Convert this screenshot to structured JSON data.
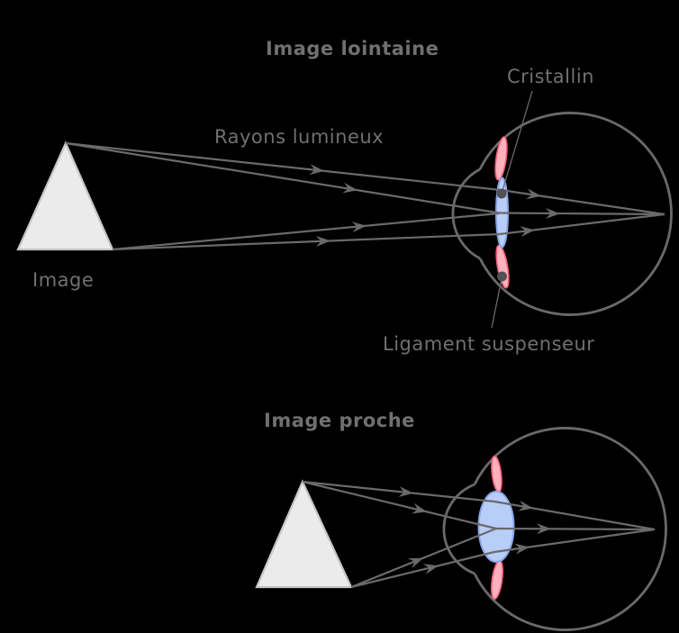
{
  "colors": {
    "background": "#000000",
    "line": "#6a6a6a",
    "text": "#707070",
    "triangle-fill": "#ebebeb",
    "triangle-stroke": "#c6c6c6",
    "lens-fill": "#b9cdf9",
    "lens-stroke": "#8aa7e6",
    "ciliary-fill": "#ffb0bd",
    "ciliary-stroke": "#f4607c",
    "dot": "#515151"
  },
  "top_diagram": {
    "title": "Image lointaine",
    "labels": {
      "cristallin": "Cristallin",
      "rayons_lumineux": "Rayons lumineux",
      "image": "Image",
      "ligament_suspenseur": "Ligament suspenseur"
    }
  },
  "bottom_diagram": {
    "title": "Image proche"
  }
}
